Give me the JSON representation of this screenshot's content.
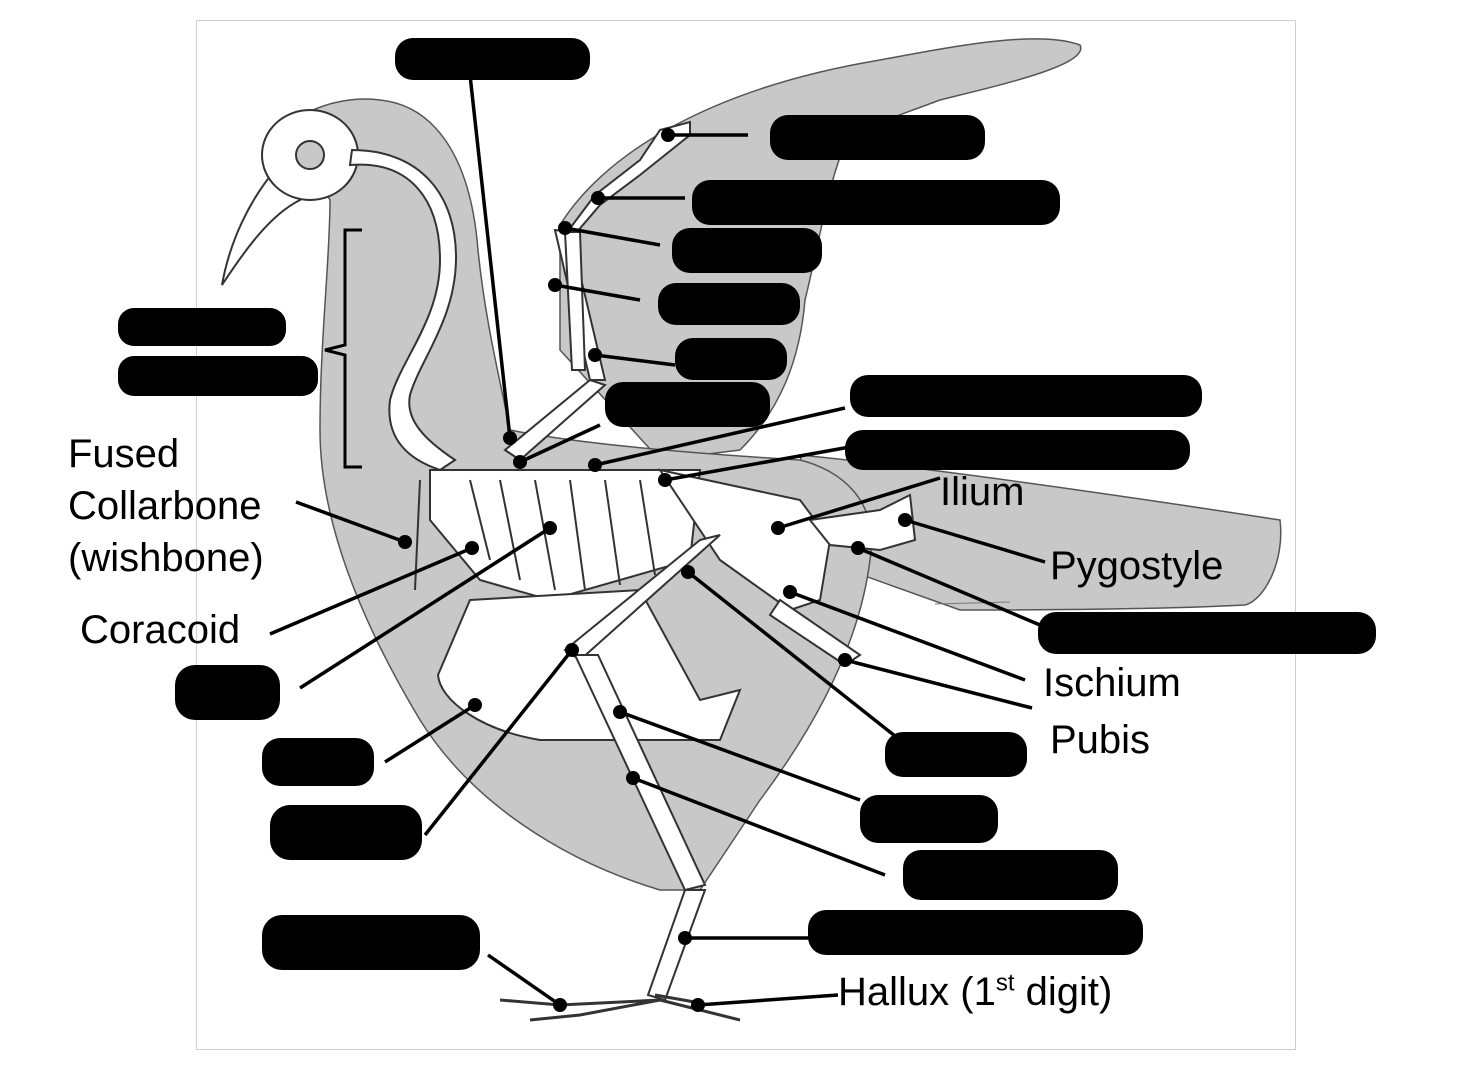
{
  "labels": {
    "fused_collarbone": "Fused\nCollarbone\n(wishbone)",
    "coracoid": "Coracoid",
    "ilium": "Ilium",
    "pygostyle": "Pygostyle",
    "ischium": "Ischium",
    "pubis": "Pubis",
    "hallux_main": "Hallux (1",
    "hallux_sup": "st",
    "hallux_end": " digit)"
  },
  "colors": {
    "body_fill": "#c8c8c8",
    "bone_fill": "#ffffff",
    "leader_line": "#000000",
    "redaction": "#000000"
  },
  "redacted_label_count": 20
}
